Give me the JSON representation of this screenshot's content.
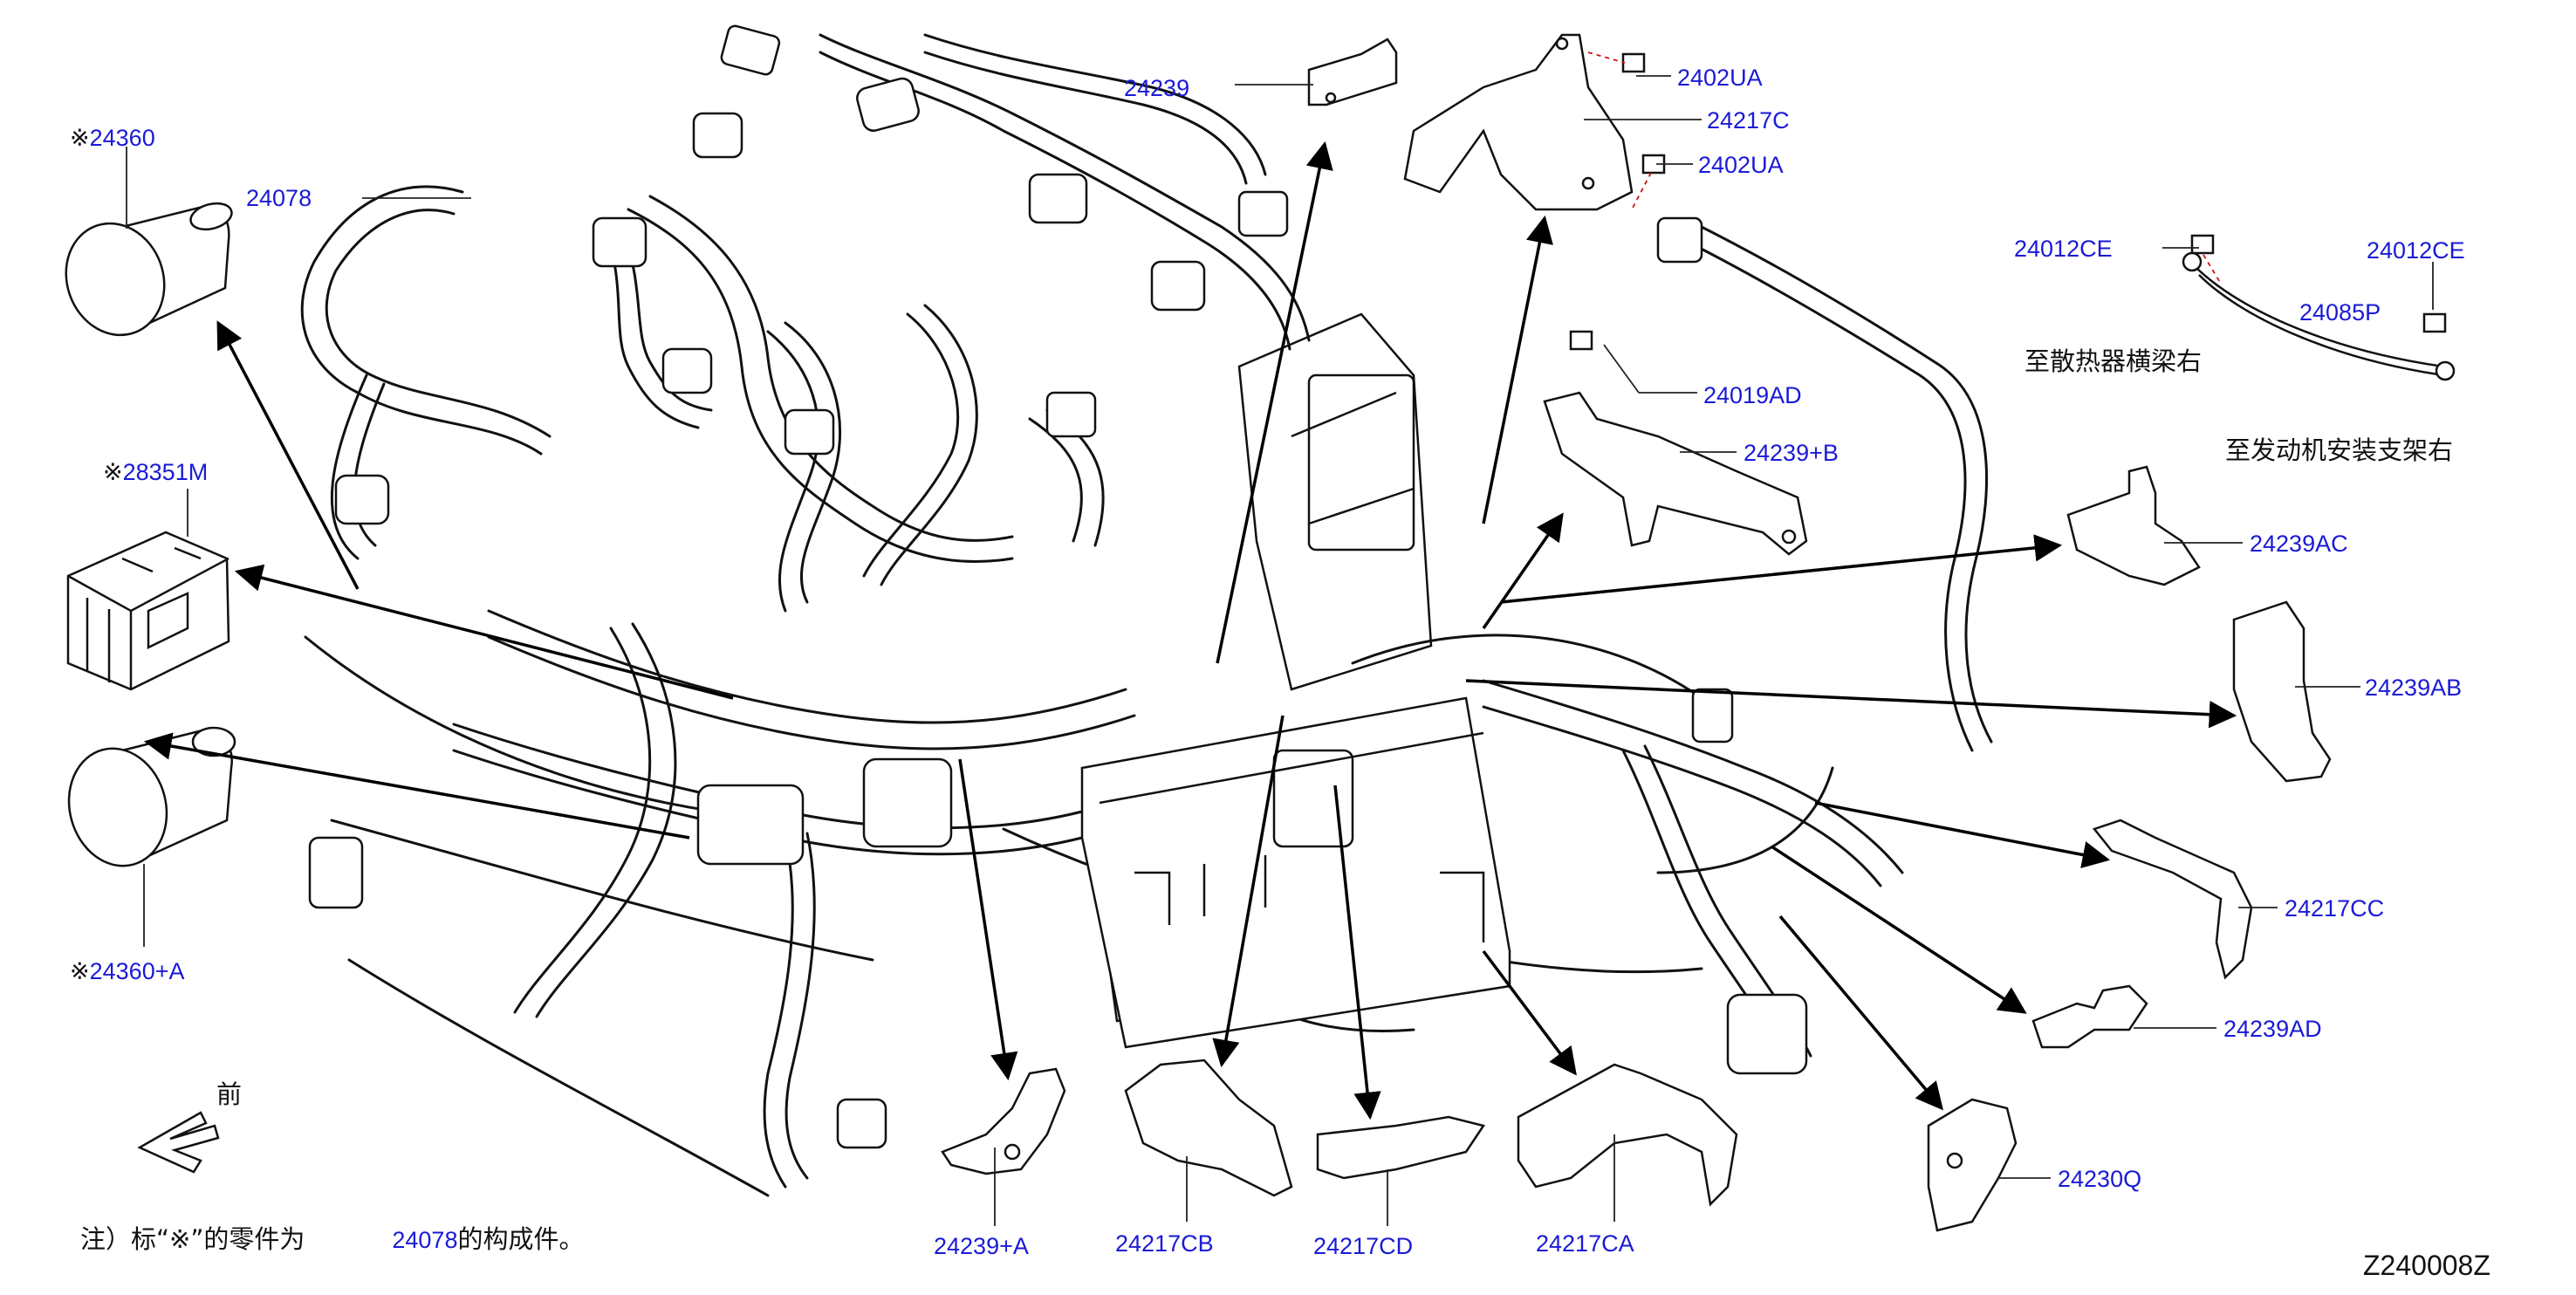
{
  "labels": {
    "l24360": "24360",
    "l24078": "24078",
    "l28351M": "28351M",
    "l24360A": "24360+A",
    "l24239": "24239",
    "l2402UA_1": "2402UA",
    "l24217C": "24217C",
    "l2402UA_2": "2402UA",
    "l24012CE_1": "24012CE",
    "l24012CE_2": "24012CE",
    "l24085P": "24085P",
    "l24019AD": "24019AD",
    "l24239B": "24239+B",
    "l24239AC": "24239AC",
    "l24239AB": "24239AB",
    "l24217CC": "24217CC",
    "l24239AD": "24239AD",
    "l24230Q": "24230Q",
    "l24239A": "24239+A",
    "l24217CB": "24217CB",
    "l24217CD": "24217CD",
    "l24217CA": "24217CA"
  },
  "marks": {
    "ref": "※"
  },
  "captions": {
    "to_radiator": "至散热器横梁右",
    "to_engine_mount": "至发动机安装支架右",
    "front": "前"
  },
  "note": {
    "prefix": "注）标“",
    "middle": "”的零件为",
    "part": "24078",
    "suffix": "的构成件。"
  },
  "diagram_code": "Z240008Z",
  "colors": {
    "label": "#1a1ad6",
    "line": "#111111",
    "arrow": "#000000",
    "dashed": "#d01010"
  }
}
